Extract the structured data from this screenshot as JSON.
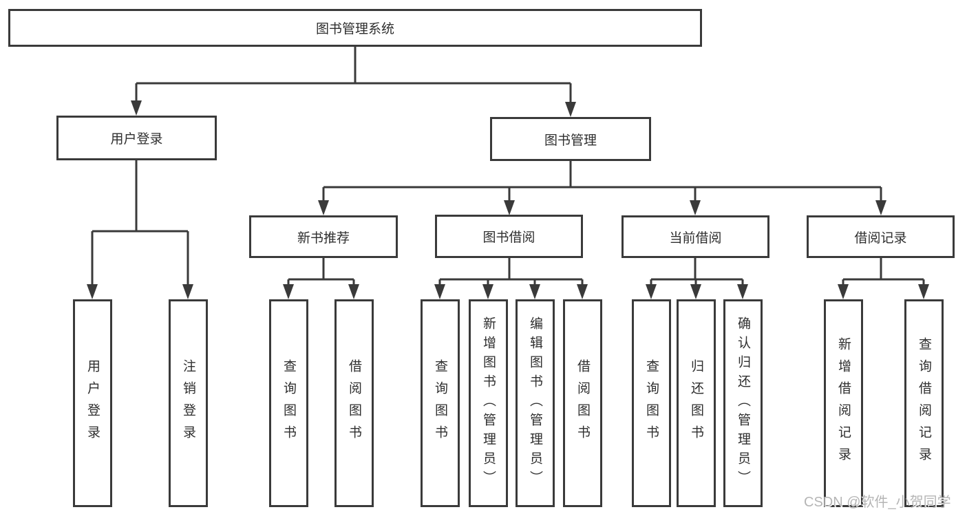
{
  "nodes": {
    "root": "图书管理系统",
    "branches": [
      {
        "label": "用户登录"
      },
      {
        "label": "图书管理"
      }
    ],
    "groups": [
      {
        "label": "新书推荐"
      },
      {
        "label": "图书借阅"
      },
      {
        "label": "当前借阅"
      },
      {
        "label": "借阅记录"
      }
    ],
    "leaves": [
      {
        "label": "用户登录"
      },
      {
        "label": "注销登录"
      },
      {
        "label": "查询图书"
      },
      {
        "label": "借阅图书"
      },
      {
        "label": "查询图书"
      },
      {
        "label": "新增图书（管理员）"
      },
      {
        "label": "编辑图书（管理员）"
      },
      {
        "label": "借阅图书"
      },
      {
        "label": "查询图书"
      },
      {
        "label": "归还图书"
      },
      {
        "label": "确认归还（管理员）"
      },
      {
        "label": "新增借阅记录"
      },
      {
        "label": "查询借阅记录"
      }
    ]
  },
  "watermark": "CSDN @软件_小贺同学",
  "colors": {
    "line": "#3a3a3a",
    "text": "#2e2e2e",
    "watermark": "#b5b5b5"
  }
}
